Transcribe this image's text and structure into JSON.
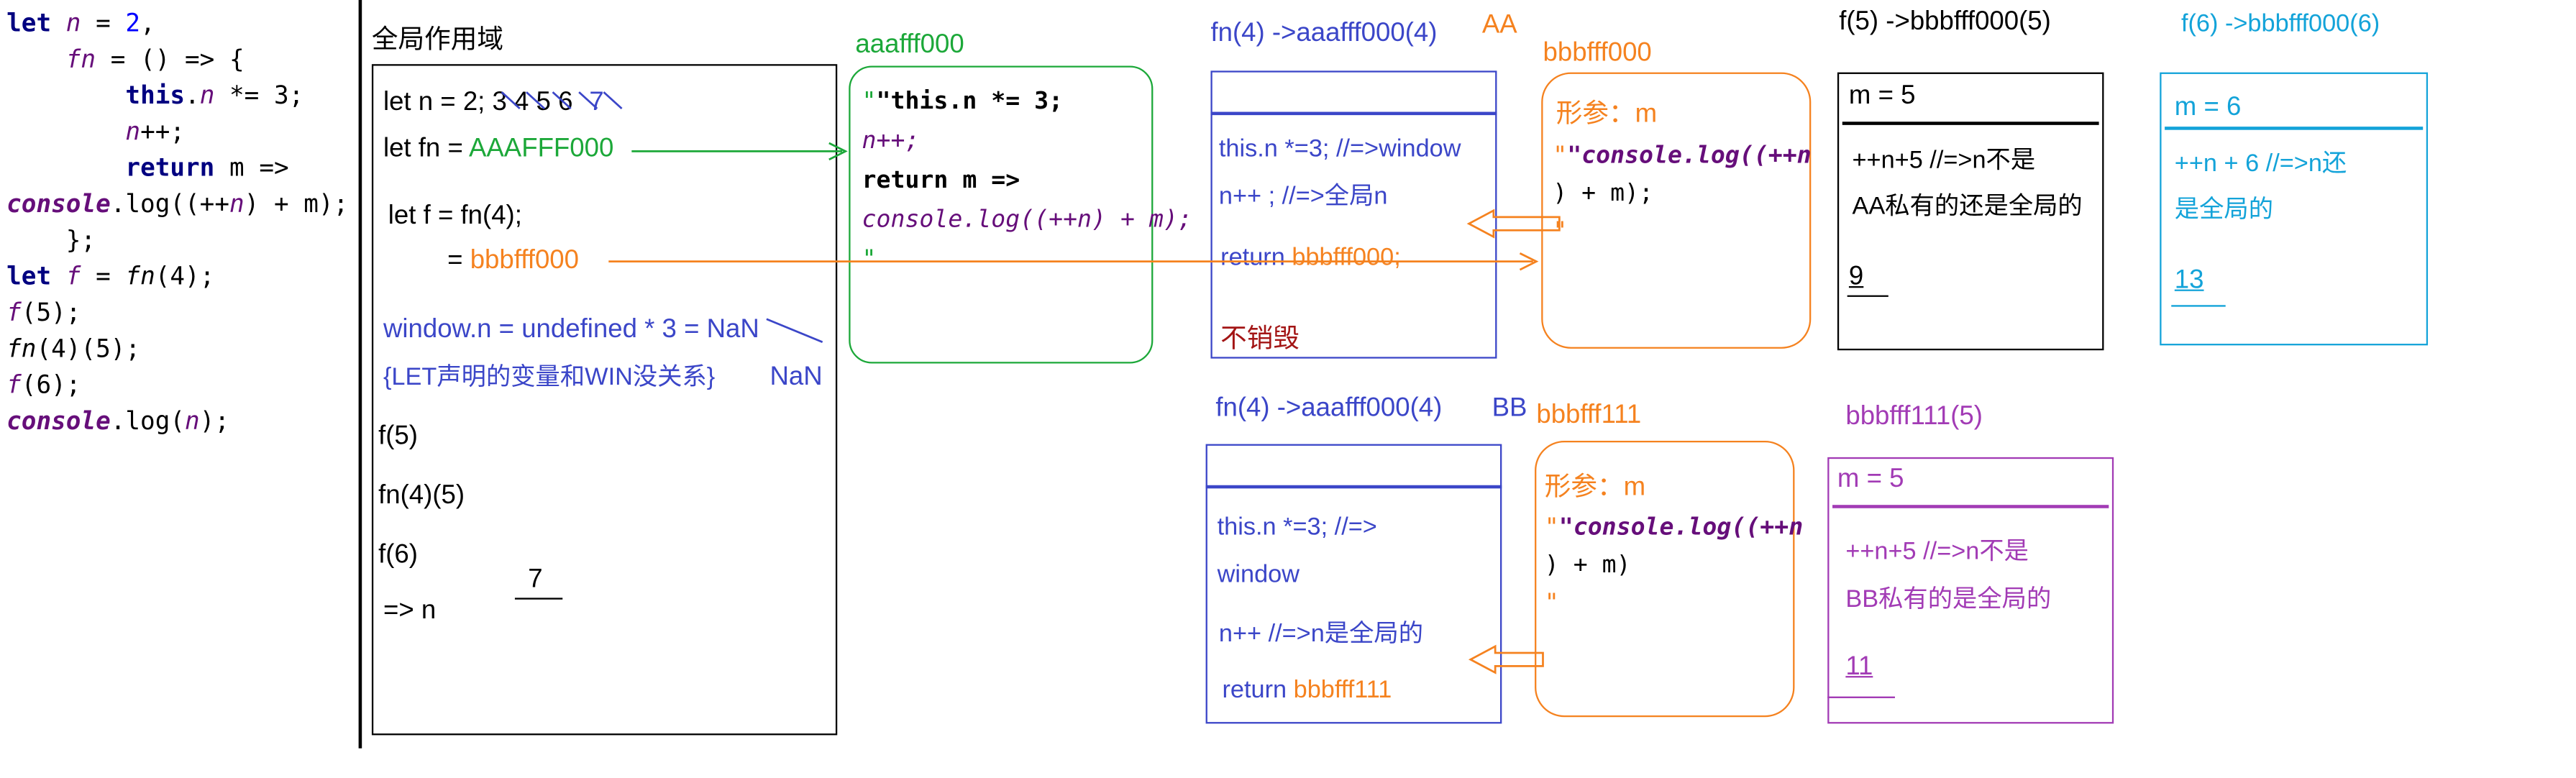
{
  "code": [
    {
      "p1": "let ",
      "p2": "n",
      "p3": " = ",
      "p4": "2",
      "p5": ","
    },
    {
      "p1": "    ",
      "p2": "fn",
      "p3": " = () => {",
      "p4": "",
      "p5": ""
    },
    {
      "p1": "        ",
      "p2": "this",
      "p3": ".",
      "p4": "n",
      "p5": " *= 3;"
    },
    {
      "p1": "        ",
      "p2": "n",
      "p3": "++;",
      "p4": "",
      "p5": ""
    },
    {
      "p1": "        ",
      "p2": "return",
      "p3": " m =>",
      "p4": "",
      "p5": ""
    },
    {
      "p1": "",
      "p2": "console",
      "p3": ".log((++",
      "p4": "n",
      "p5": ") + m);"
    },
    {
      "p1": "    ",
      "p2": "",
      "p3": "};",
      "p4": "",
      "p5": ""
    },
    {
      "p1": "let ",
      "p2": "f",
      "p3": " = ",
      "p4": "fn",
      "p5": "(4);"
    },
    {
      "p1": "",
      "p2": "f",
      "p3": "(5);",
      "p4": "",
      "p5": ""
    },
    {
      "p1": "",
      "p2": "fn",
      "p3": "(4)(5);",
      "p4": "",
      "p5": ""
    },
    {
      "p1": "",
      "p2": "f",
      "p3": "(6);",
      "p4": "",
      "p5": ""
    },
    {
      "p1": "",
      "p2": "console",
      "p3": ".log(",
      "p4": "n",
      "p5": ");"
    }
  ],
  "global": {
    "title": "全局作用域",
    "let_n": "let n = 2; 3  4  5  6",
    "let_n_final": "7",
    "let_fn": "let fn = ",
    "let_fn_val": "AAAFFF000",
    "let_f": "let f = fn(4);",
    "f_eq": "= ",
    "f_val": "bbbfff000",
    "window_n": "window.n = undefined * 3 = NaN",
    "let_note": "{LET声明的变量和WIN没关系}",
    "nan2": "NaN",
    "call1": "f(5)",
    "call2": "fn(4)(5)",
    "call3": "f(6)",
    "arrow_n": "=> n",
    "result": "7"
  },
  "heap_fn": {
    "title": "aaafff000",
    "line1": "\"this.n *= 3;",
    "line2": "n++;",
    "line3": "return m =>",
    "line4": "console.log((++n) + m);",
    "line5": "\""
  },
  "ctx_aa": {
    "title": "fn(4) ->aaafff000(4)",
    "tag": "AA",
    "line1": "this.n *=3;  //=>window",
    "line2": "n++ ;  //=>全局n",
    "line3": "return ",
    "line3_val": "bbbfff000;",
    "note": "不销毁"
  },
  "heap_f0": {
    "title": "bbbfff000",
    "param": "形参：m",
    "line1": "\"console.log((++n",
    "line2": ") + m);",
    "line3": "\""
  },
  "f5": {
    "title": "f(5) ->bbbfff000(5)",
    "m": "m = 5",
    "line1": "++n+5  //=>n不是",
    "line2": "AA私有的还是全局的",
    "result": "9"
  },
  "f6": {
    "title": "f(6) ->bbbfff000(6)",
    "m": "m = 6",
    "line1": "++n + 6  //=>n还",
    "line2": "是全局的",
    "result": "13"
  },
  "ctx_bb": {
    "title": "fn(4) ->aaafff000(4)",
    "tag": "BB",
    "line1": "this.n *=3; //=>",
    "line2": "window",
    "line3": "n++  //=>n是全局的",
    "line4": "return ",
    "line4_val": "bbbfff111"
  },
  "heap_f1": {
    "title": "bbbfff111",
    "param": "形参：m",
    "line1": "\"console.log((++n",
    "line2": ") + m)",
    "line3": "\""
  },
  "f1_5": {
    "title": "bbbfff111(5)",
    "m": "m = 5",
    "line1": "++n+5 //=>n不是",
    "line2": "BB私有的是全局的",
    "result": "11"
  }
}
